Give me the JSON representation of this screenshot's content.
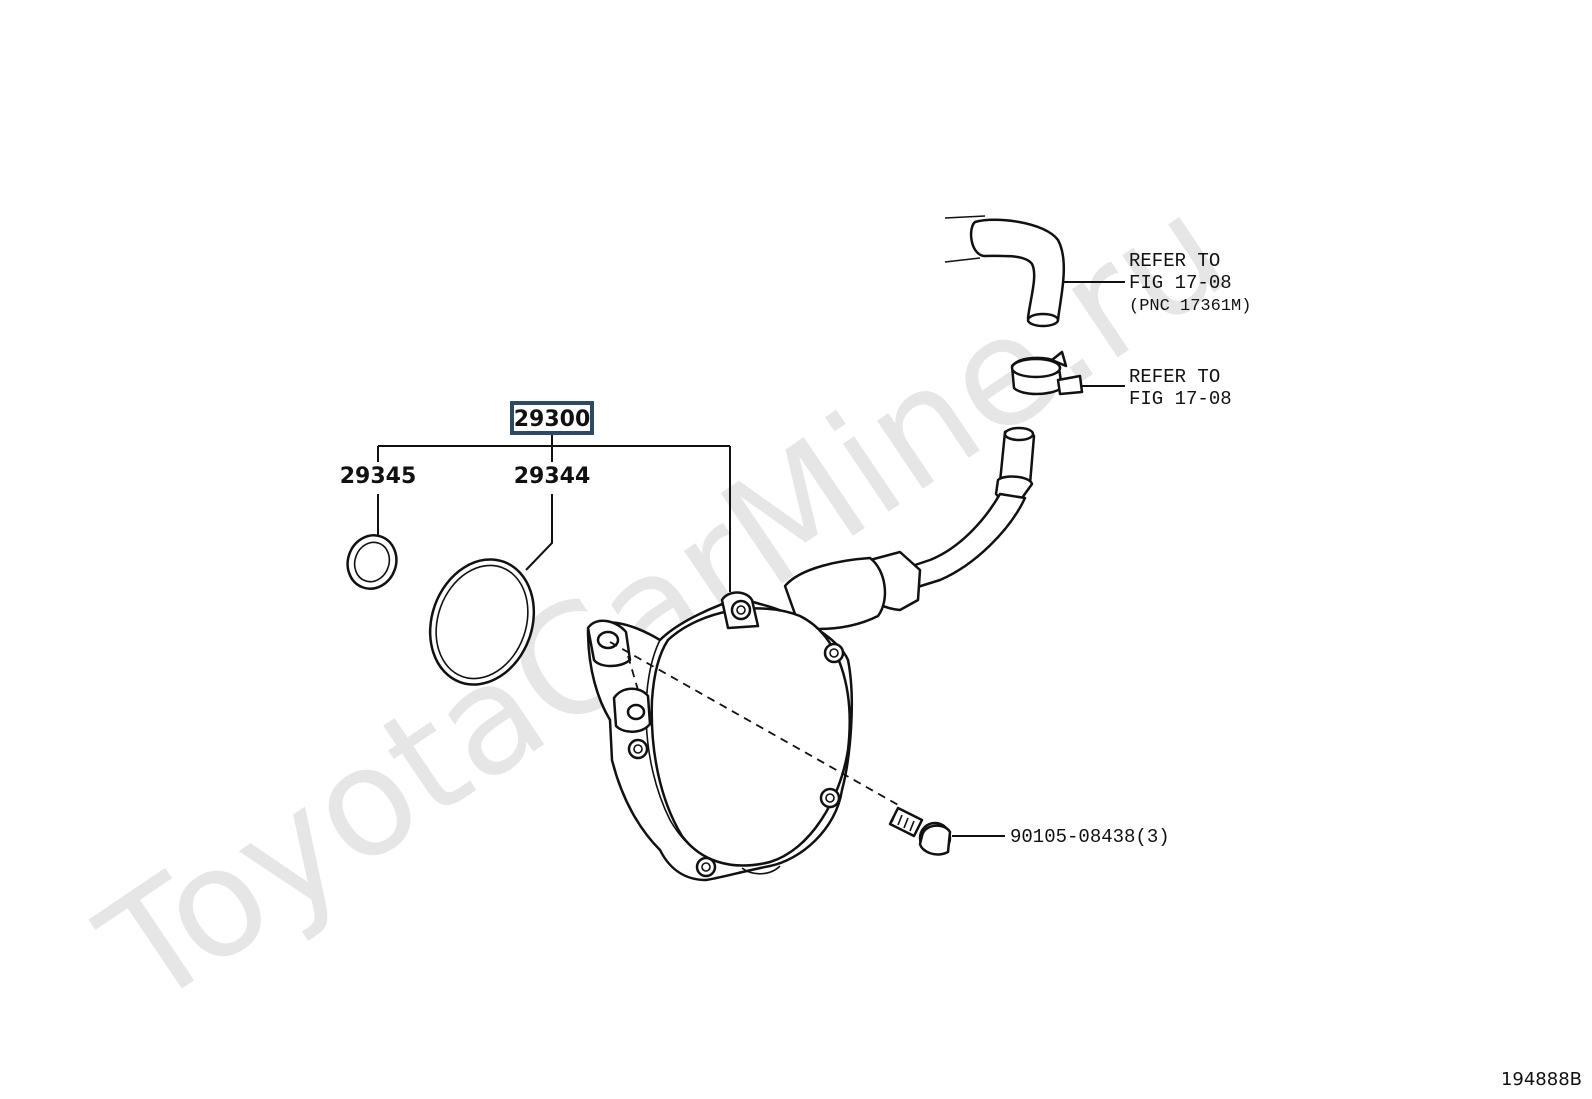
{
  "watermark": "ToyotaCarMine.ru",
  "diagram_id": "194888B",
  "callouts": {
    "assembly": "29300",
    "small_oring": "29345",
    "large_oring": "29344",
    "bolt": "90105-08438(3)",
    "hose_ref_line1": "REFER TO",
    "hose_ref_line2": "FIG 17-08",
    "hose_ref_line3": "(PNC 17361M)",
    "clamp_ref_line1": "REFER TO",
    "clamp_ref_line2": "FIG 17-08"
  },
  "colors": {
    "line": "#111111",
    "highlight_box": "#2c4a63",
    "watermark": "#e6e6e6"
  }
}
